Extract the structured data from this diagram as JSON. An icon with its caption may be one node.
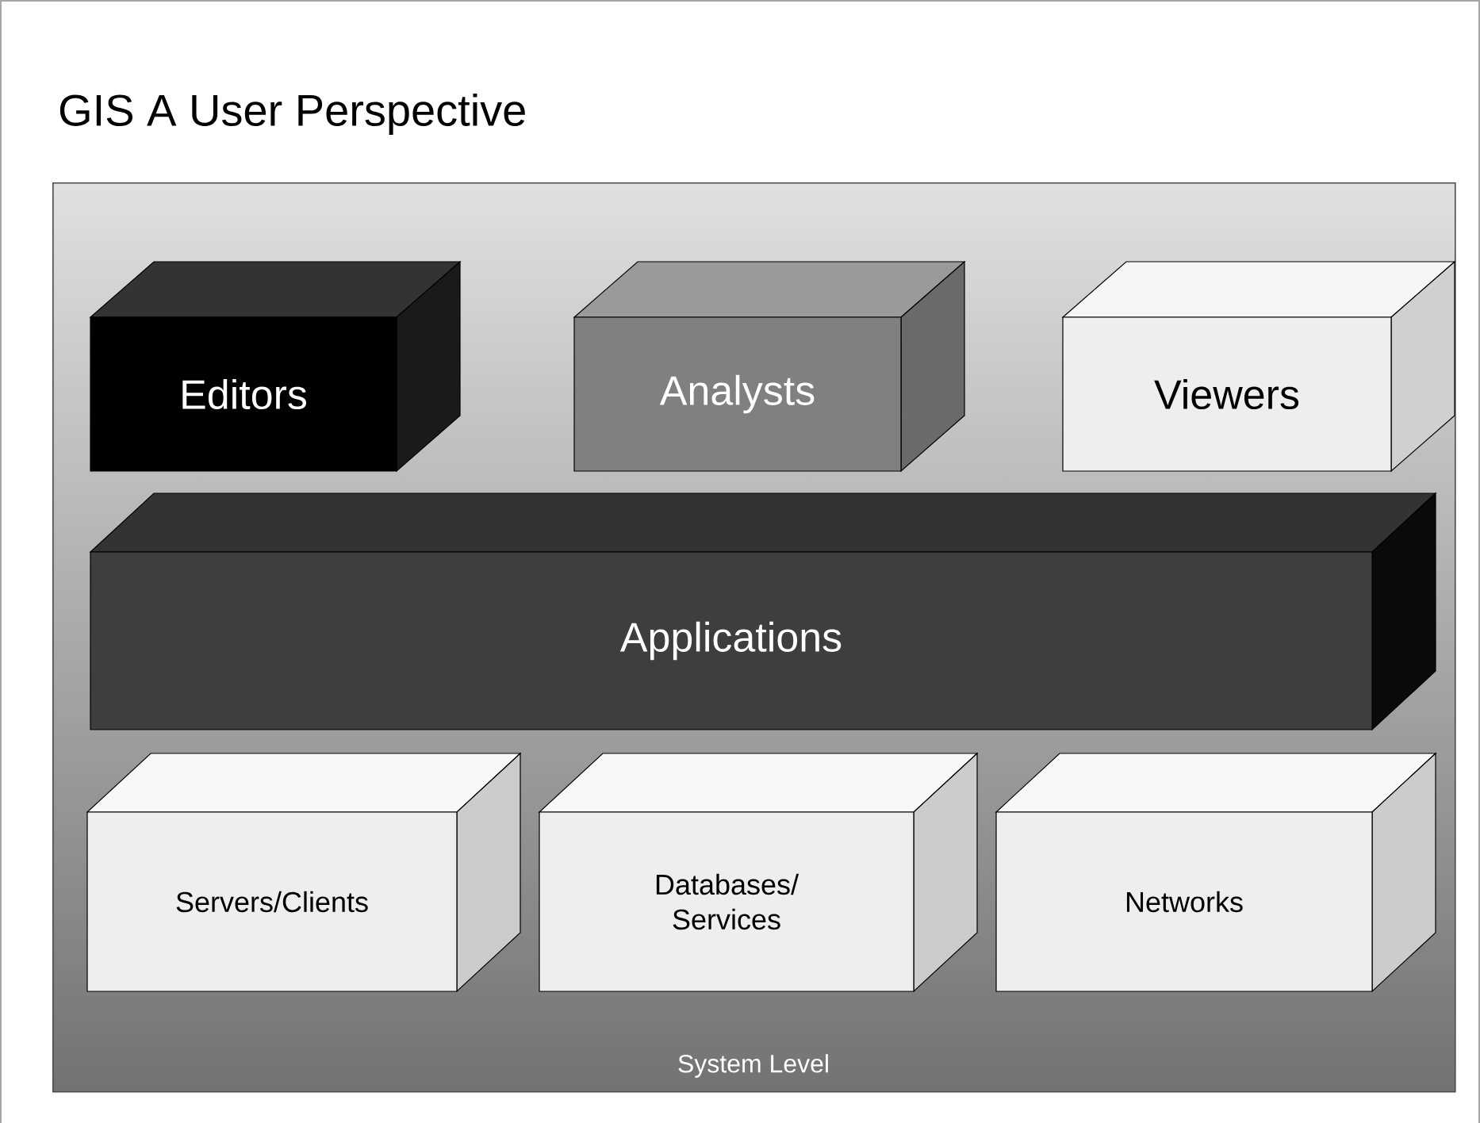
{
  "diagram": {
    "title": "GIS A User Perspective",
    "nodes": [
      {
        "text": [
          "System Level"
        ]
      },
      {
        "text": [
          "Editors"
        ],
        "in": 0
      },
      {
        "text": [
          "Analysts"
        ],
        "in": 0
      },
      {
        "text": [
          "Viewers"
        ],
        "in": 0
      },
      {
        "text": [
          "Applications"
        ],
        "in": 0
      },
      {
        "text": [
          "Servers/Clients"
        ],
        "in": 0
      },
      {
        "text": [
          "Databases/ Services"
        ],
        "in": 0
      },
      {
        "text": [
          "Networks"
        ],
        "in": 0
      }
    ]
  }
}
